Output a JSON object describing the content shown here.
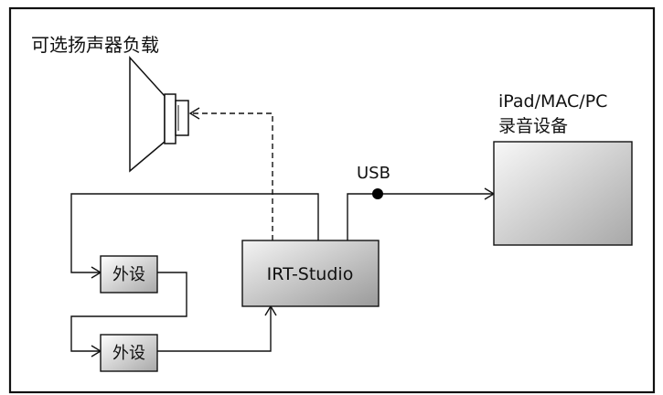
{
  "title": "可选扬声器负载",
  "nodes": {
    "studio": "IRT-Studio",
    "peripheral_1": "外设",
    "peripheral_2": "外设",
    "recorder_line1": "iPad/MAC/PC",
    "recorder_line2": "录音设备"
  },
  "connections": {
    "usb_label": "USB"
  },
  "colors": {
    "box_light": "#ffffff",
    "box_dark": "#a8a8a8",
    "line": "#111111"
  }
}
